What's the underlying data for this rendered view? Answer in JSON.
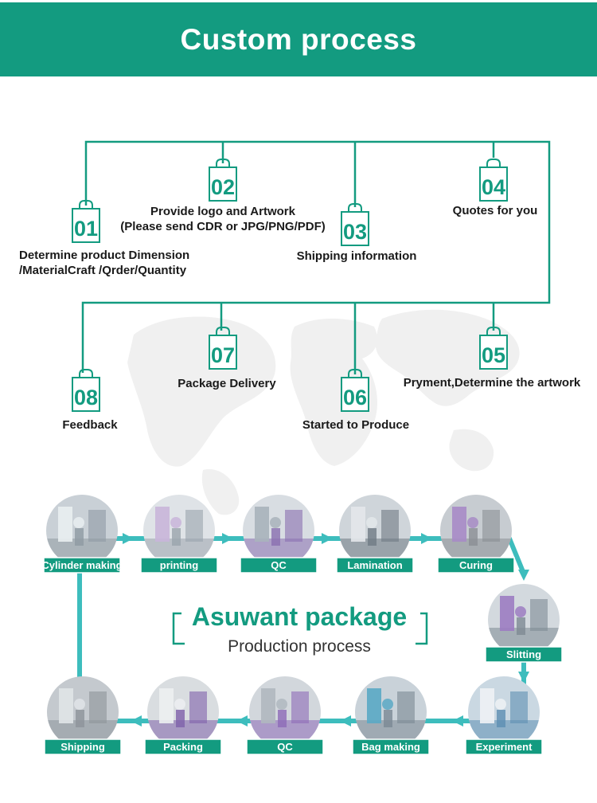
{
  "header": {
    "title": "Custom process"
  },
  "custom_steps": [
    {
      "num": "01",
      "lines": [
        "Determine product Dimension",
        "/MaterialCraft /Qrder/Quantity"
      ]
    },
    {
      "num": "02",
      "lines": [
        "Provide logo and Artwork",
        "(Please send CDR or JPG/PNG/PDF)"
      ]
    },
    {
      "num": "03",
      "lines": [
        "Shipping information"
      ]
    },
    {
      "num": "04",
      "lines": [
        "Quotes for you"
      ]
    },
    {
      "num": "05",
      "lines": [
        "Pryment,Determine the artwork"
      ]
    },
    {
      "num": "06",
      "lines": [
        "Started to Produce"
      ]
    },
    {
      "num": "07",
      "lines": [
        "Package Delivery"
      ]
    },
    {
      "num": "08",
      "lines": [
        "Feedback"
      ]
    }
  ],
  "production": {
    "brand": "Asuwant package",
    "subtitle": "Production process",
    "steps": [
      {
        "label": "Cylinder making",
        "scene": "rolls"
      },
      {
        "label": "printing",
        "scene": "corridor"
      },
      {
        "label": "QC",
        "scene": "worker"
      },
      {
        "label": "Lamination",
        "scene": "machine"
      },
      {
        "label": "Curing",
        "scene": "room"
      },
      {
        "label": "Slitting",
        "scene": "slitter"
      },
      {
        "label": "Experiment",
        "scene": "lab"
      },
      {
        "label": "Bag making",
        "scene": "hall"
      },
      {
        "label": "QC",
        "scene": "workers"
      },
      {
        "label": "Packing",
        "scene": "pack"
      },
      {
        "label": "Shipping",
        "scene": "warehouse"
      }
    ]
  },
  "colors": {
    "green": "#139b80",
    "teal": "#3dbdbd",
    "text": "#1a1a1a",
    "map": "#f0f0f0"
  }
}
